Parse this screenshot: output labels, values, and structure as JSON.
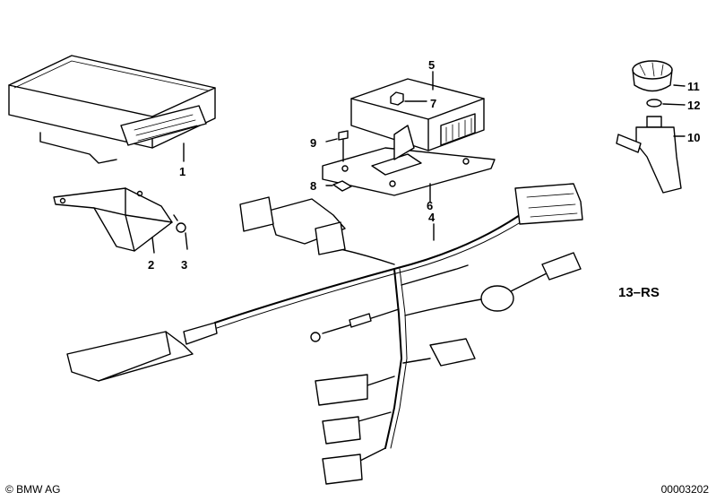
{
  "labels": {
    "p1": "1",
    "p2": "2",
    "p3": "3",
    "p4": "4",
    "p5": "5",
    "p6": "6",
    "p7": "7",
    "p8": "8",
    "p9": "9",
    "p10": "10",
    "p11": "11",
    "p12": "12"
  },
  "variant_code": "13–RS",
  "copyright": "© BMW AG",
  "document_number": "00003202"
}
